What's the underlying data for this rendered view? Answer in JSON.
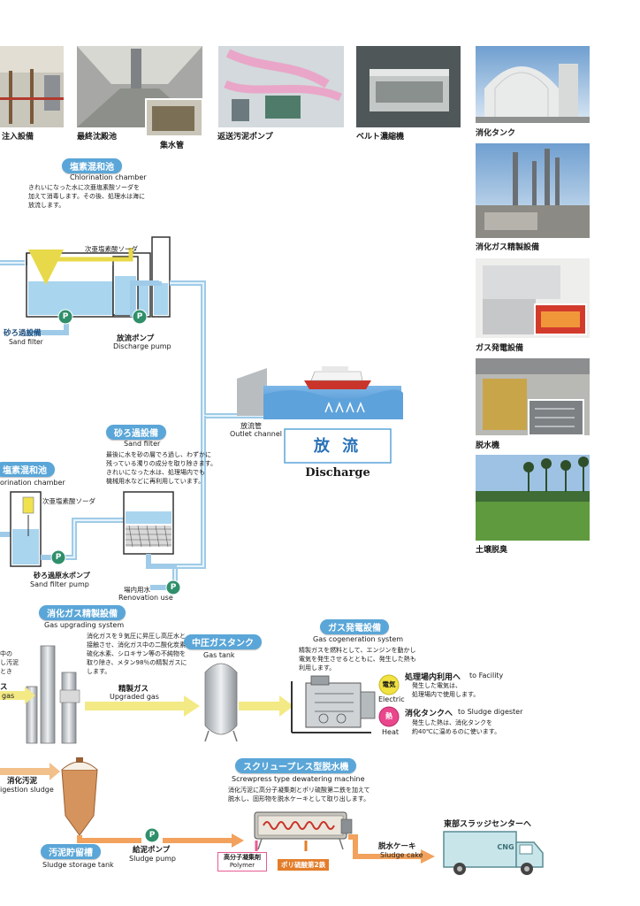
{
  "photos": {
    "p1": "注入設備",
    "p2": "最終沈殿池",
    "p3": "集水管",
    "p4": "返送汚泥ポンプ",
    "p5": "ベルト濃縮機",
    "p6": "消化タンク",
    "p7": "消化ガス精製設備",
    "p8": "ガス発電設備",
    "p9": "脱水機",
    "p10": "土壌脱臭"
  },
  "chlorination_top": {
    "title": "塩素混和池",
    "en": "Chlorination chamber",
    "desc1": "きれいになった水に次亜塩素酸ソーダを",
    "desc2": "加えて消毒します。その後、処理水は海に",
    "desc3": "放流します。",
    "chem": "次亜塩素酸ソーダ",
    "sand_jp": "砂ろ過設備",
    "sand_en": "Sand filter",
    "pump_jp": "放流ポンプ",
    "pump_en": "Discharge pump"
  },
  "outlet": {
    "jp": "放流管",
    "en": "Outlet channel",
    "discharge_jp": "放 流",
    "discharge_en": "Discharge"
  },
  "sand_filter": {
    "title": "砂ろ過設備",
    "en": "Sand filter",
    "desc1": "最後に水を砂の層でろ過し、わずかに",
    "desc2": "残っている濁りの成分を取り除きます。",
    "desc3": "きれいになった水は、処理場内でも",
    "desc4": "機械用水などに再利用しています。",
    "chem": "次亜塩素酸ソーダ",
    "pump_jp": "砂ろ過原水ポンプ",
    "pump_en": "Sand filter pump",
    "reuse_jp": "場内用水",
    "reuse_en": "Renovation use"
  },
  "chlorination_mid": {
    "title": "塩素混和池",
    "en": "orination chamber"
  },
  "gas_upgrading": {
    "title": "消化ガス精製設備",
    "en": "Gas upgrading system",
    "desc1": "消化ガスを９気圧に昇圧し高圧水と",
    "desc2": "接触させ、消化ガス中の二酸化炭素、",
    "desc3": "硫化水素、シロキサン等の不純物を",
    "desc4": "取り除き、メタン98％の精製ガスに",
    "desc5": "します。",
    "left1": "中の",
    "left2": "し汚泥",
    "left3": "とき",
    "left_gas_jp": "ス",
    "left_gas_en": "gas",
    "upgraded_jp": "精製ガス",
    "upgraded_en": "Upgraded gas"
  },
  "gas_tank": {
    "title": "中圧ガスタンク",
    "en": "Gas tank"
  },
  "cogeneration": {
    "title": "ガス発電設備",
    "en": "Gas cogeneration system",
    "desc1": "精製ガスを燃料として、エンジンを動かし",
    "desc2": "電気を発生させるとともに、発生した熱も",
    "desc3": "利用します。",
    "electric_badge": "電気",
    "electric_en": "Electric",
    "heat_badge": "熱",
    "heat_en": "Heat",
    "facility_jp": "処理場内利用へ",
    "facility_en": "to Facility",
    "facility_desc1": "発生した電気は、",
    "facility_desc2": "処理場内で使用します。",
    "digester_jp": "消化タンクへ",
    "digester_en": "to Sludge digester",
    "digester_desc1": "発生した熱は、消化タンクを",
    "digester_desc2": "約40℃に温めるのに使います。"
  },
  "dewatering": {
    "title": "スクリュープレス型脱水機",
    "en": "Screwpress type dewatering machine",
    "desc1": "消化汚泥に高分子凝集剤とポリ硫酸第二鉄を加えて",
    "desc2": "脱水し、固形物を脱水ケーキとして取り出します。",
    "digested_jp": "消化汚泥",
    "digested_en": "igestion sludge",
    "storage_jp": "汚泥貯留槽",
    "storage_en": "Sludge storage tank",
    "pump_jp": "給泥ポンプ",
    "pump_en": "Sludge pump",
    "polymer_jp": "高分子凝集剤",
    "polymer_en": "Polymer",
    "ferric": "ポリ硫酸第2鉄",
    "cake_jp": "脱水ケーキ",
    "cake_en": "Sludge cake",
    "center": "東部スラッジセンターへ",
    "truck": "CNG"
  },
  "pump_symbol": "P"
}
